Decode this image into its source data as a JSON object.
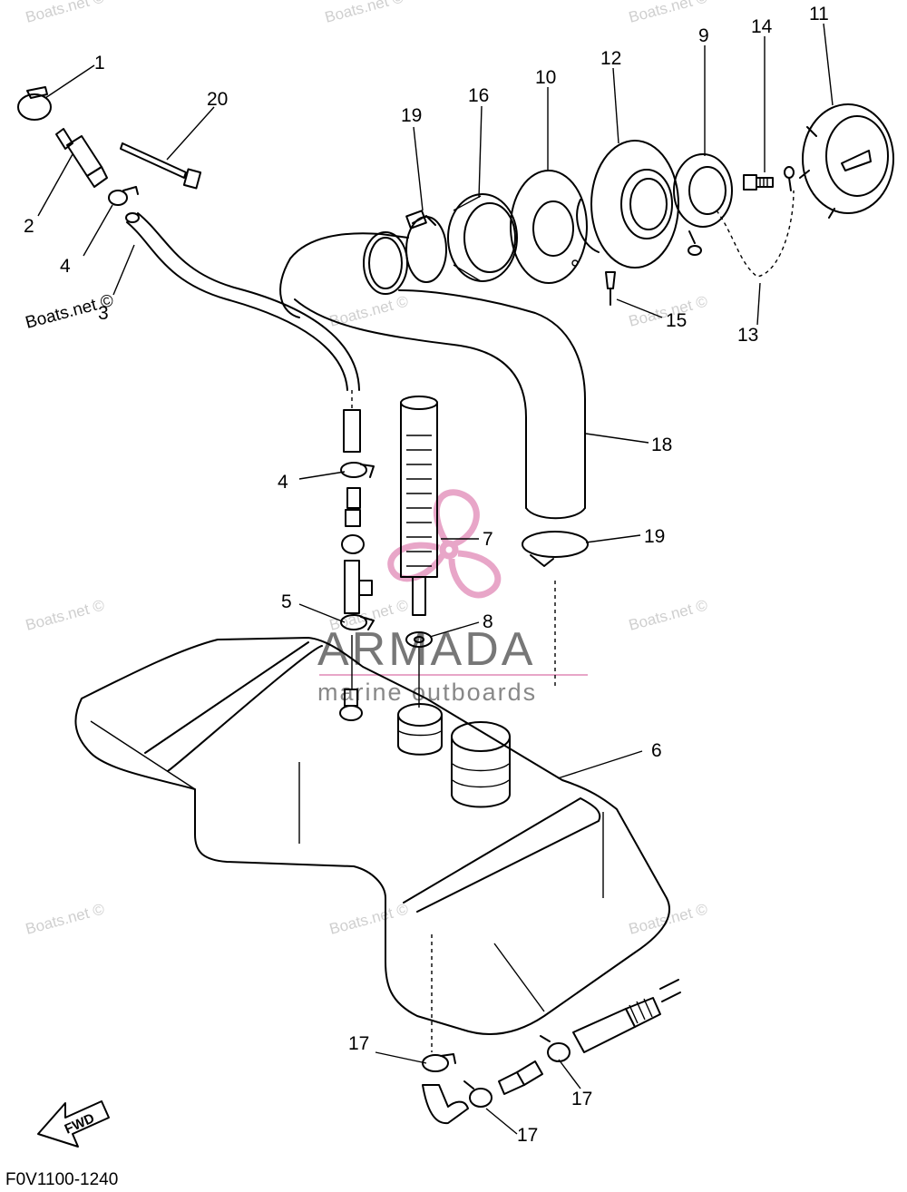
{
  "callouts": {
    "c1": "1",
    "c2": "2",
    "c3": "3",
    "c4a": "4",
    "c4b": "4",
    "c5": "5",
    "c6": "6",
    "c7": "7",
    "c8": "8",
    "c9": "9",
    "c10": "10",
    "c11": "11",
    "c12": "12",
    "c13": "13",
    "c14": "14",
    "c15": "15",
    "c16": "16",
    "c17a": "17",
    "c17b": "17",
    "c17c": "17",
    "c18": "18",
    "c19a": "19",
    "c19b": "19",
    "c20": "20"
  },
  "watermarks": {
    "w1": "Boats.net ©",
    "w2": "Boats.net ©",
    "w3": "Boats.net ©",
    "w4": "Boats.net ©",
    "w5": "Boats.net ©",
    "w6": "Boats.net ©",
    "w7": "Boats.net ©",
    "w8": "Boats.net ©",
    "w9": "Boats.net ©",
    "w10": "Boats.net ©",
    "w11": "Boats.net ©",
    "w12": "Boats.net ©"
  },
  "brand": {
    "name": "ARMADA",
    "tagline": "marine outboards",
    "logo_color": "#e8a6c8"
  },
  "fwd_label": "FWD",
  "diagram_code": "F0V1100-1240"
}
